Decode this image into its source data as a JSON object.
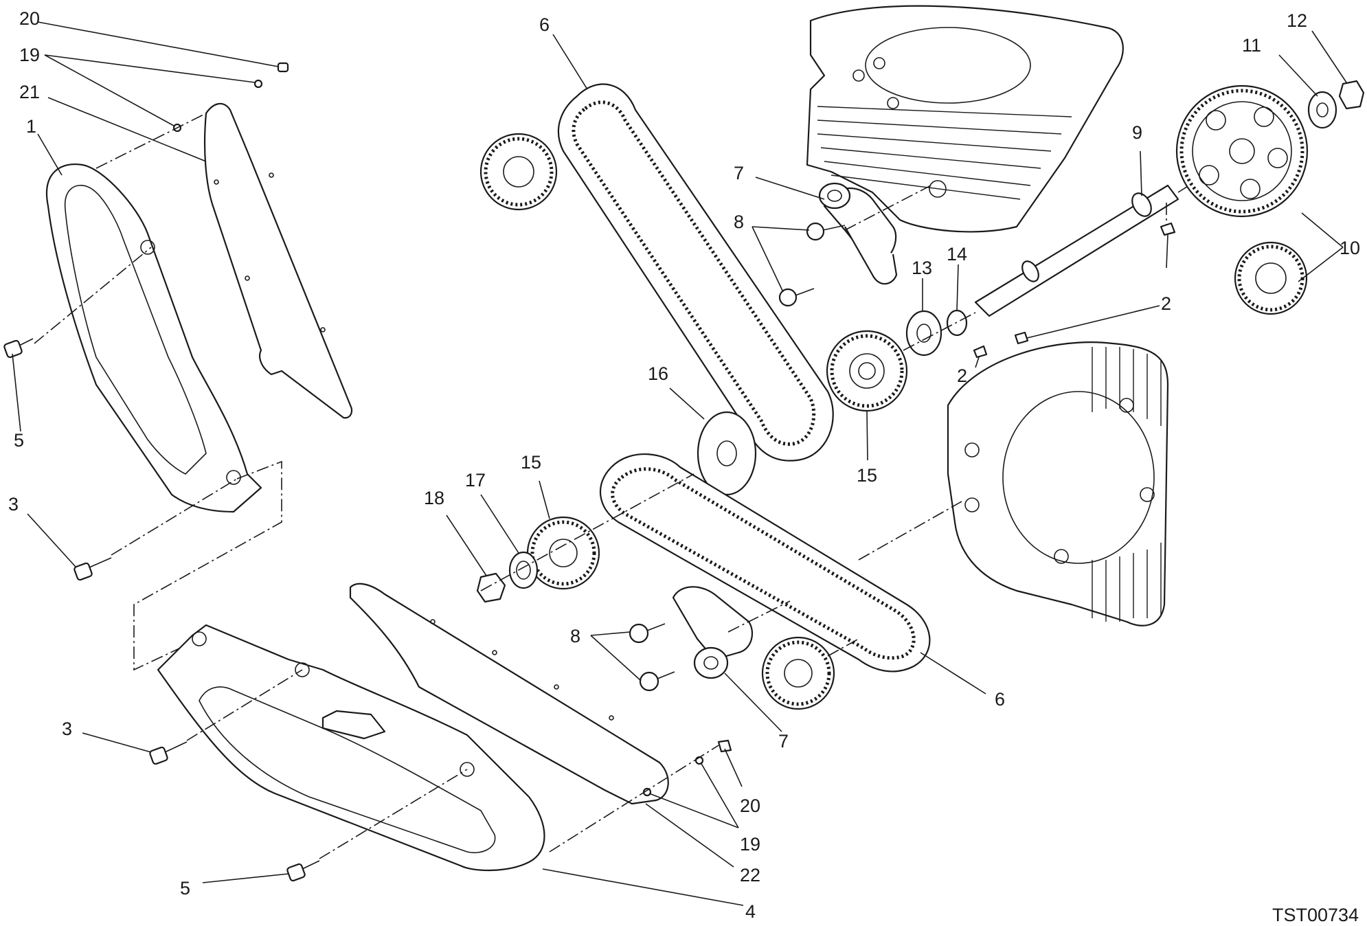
{
  "drawing_code": "TST00734",
  "callouts": [
    {
      "id": "c20a",
      "text": "20"
    },
    {
      "id": "c19a",
      "text": "19"
    },
    {
      "id": "c21",
      "text": "21"
    },
    {
      "id": "c1",
      "text": "1"
    },
    {
      "id": "c5a",
      "text": "5"
    },
    {
      "id": "c3a",
      "text": "3"
    },
    {
      "id": "c6a",
      "text": "6"
    },
    {
      "id": "c7a",
      "text": "7"
    },
    {
      "id": "c8a",
      "text": "8"
    },
    {
      "id": "c9",
      "text": "9"
    },
    {
      "id": "c12",
      "text": "12"
    },
    {
      "id": "c11",
      "text": "11"
    },
    {
      "id": "c10",
      "text": "10"
    },
    {
      "id": "c13",
      "text": "13"
    },
    {
      "id": "c14",
      "text": "14"
    },
    {
      "id": "c2a",
      "text": "2"
    },
    {
      "id": "c2b",
      "text": "2"
    },
    {
      "id": "c16",
      "text": "16"
    },
    {
      "id": "c15a",
      "text": "15"
    },
    {
      "id": "c15b",
      "text": "15"
    },
    {
      "id": "c17",
      "text": "17"
    },
    {
      "id": "c18",
      "text": "18"
    },
    {
      "id": "c8b",
      "text": "8"
    },
    {
      "id": "c6b",
      "text": "6"
    },
    {
      "id": "c7b",
      "text": "7"
    },
    {
      "id": "c3b",
      "text": "3"
    },
    {
      "id": "c20b",
      "text": "20"
    },
    {
      "id": "c19b",
      "text": "19"
    },
    {
      "id": "c22",
      "text": "22"
    },
    {
      "id": "c5b",
      "text": "5"
    },
    {
      "id": "c4",
      "text": "4"
    }
  ]
}
